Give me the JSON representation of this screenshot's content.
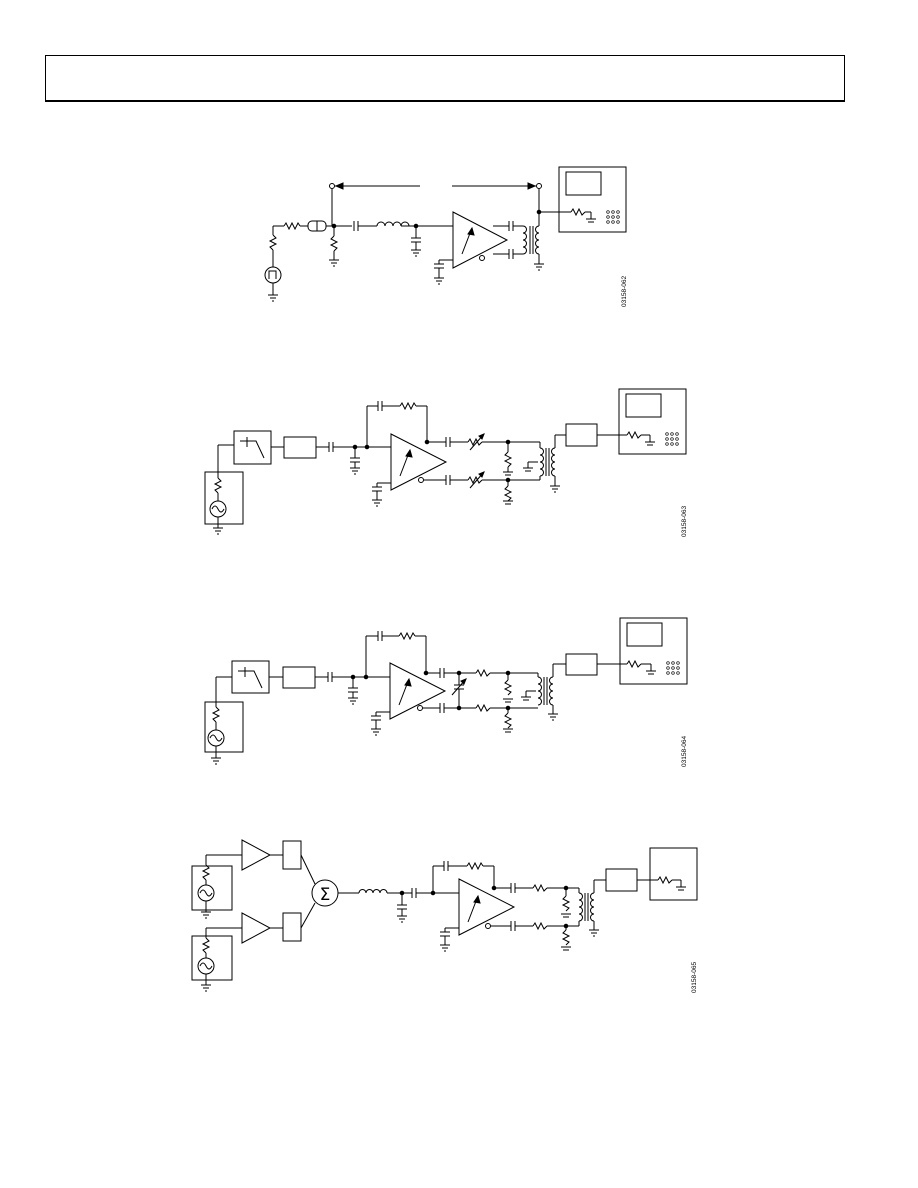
{
  "page": {
    "header": ""
  },
  "figures": [
    {
      "id_label": "03158-062",
      "components": [
        "pulse-source",
        "series-resistor",
        "attenuator",
        "shunt-resistor",
        "inductor",
        "capacitor",
        "vga",
        "transformer",
        "spectrum-analyzer"
      ]
    },
    {
      "id_label": "03158-063",
      "components": [
        "sine-source",
        "low-pass-filter",
        "block",
        "capacitor",
        "vga",
        "variable-capacitor",
        "transformer",
        "block",
        "spectrum-analyzer"
      ]
    },
    {
      "id_label": "03158-064",
      "components": [
        "sine-source",
        "low-pass-filter",
        "block",
        "capacitor",
        "vga",
        "variable-capacitor",
        "transformer",
        "block",
        "spectrum-analyzer"
      ]
    },
    {
      "id_label": "03158-065",
      "components": [
        "sine-source",
        "sine-source",
        "amplifier",
        "amplifier",
        "block",
        "block",
        "summer",
        "inductor",
        "vga",
        "transformer",
        "block",
        "analyzer"
      ]
    }
  ],
  "symbols": {
    "summer": "Σ"
  }
}
